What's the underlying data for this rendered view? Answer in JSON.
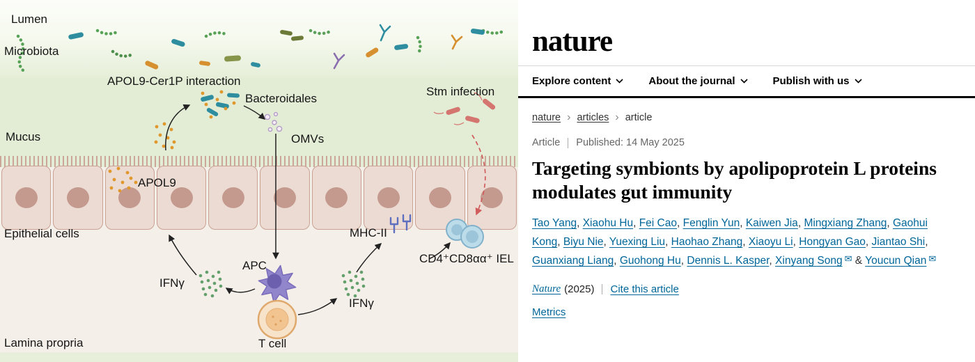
{
  "figure": {
    "labels": {
      "lumen": "Lumen",
      "microbiota": "Microbiota",
      "apol9_cer1p": "APOL9-Cer1P interaction",
      "bacteroidales": "Bacteroidales",
      "mucus": "Mucus",
      "omvs": "OMVs",
      "stm_infection": "Stm infection",
      "apol9": "APOL9",
      "epithelial_cells": "Epithelial cells",
      "mhc2": "MHC-II",
      "iel": "CD4⁺CD8αα⁺ IEL",
      "apc": "APC",
      "ifng_left": "IFNγ",
      "ifng_right": "IFNγ",
      "t_cell": "T cell",
      "lamina_propria": "Lamina propria"
    }
  },
  "journal": {
    "logo": "nature",
    "nav": [
      {
        "label": "Explore content"
      },
      {
        "label": "About the journal"
      },
      {
        "label": "Publish with us"
      }
    ],
    "breadcrumb": [
      {
        "label": "nature"
      },
      {
        "label": "articles"
      },
      {
        "label": "article"
      }
    ],
    "article": {
      "type": "Article",
      "published_label": "Published:",
      "published_date": "14 May 2025",
      "title": "Targeting symbionts by apolipoprotein L proteins modulates gut immunity",
      "authors": [
        {
          "name": "Tao Yang"
        },
        {
          "name": "Xiaohu Hu"
        },
        {
          "name": "Fei Cao"
        },
        {
          "name": "Fenglin Yun"
        },
        {
          "name": "Kaiwen Jia"
        },
        {
          "name": "Mingxiang Zhang"
        },
        {
          "name": "Gaohui Kong"
        },
        {
          "name": "Biyu Nie"
        },
        {
          "name": "Yuexing Liu"
        },
        {
          "name": "Haohao Zhang"
        },
        {
          "name": "Xiaoyu Li"
        },
        {
          "name": "Hongyan Gao"
        },
        {
          "name": "Jiantao Shi"
        },
        {
          "name": "Guanxiang Liang"
        },
        {
          "name": "Guohong Hu"
        },
        {
          "name": "Dennis L. Kasper"
        },
        {
          "name": "Xinyang Song",
          "email": true
        },
        {
          "name": "Youcun Qian",
          "email": true
        }
      ],
      "journal_name": "Nature",
      "year": "(2025)",
      "cite_link": "Cite this article",
      "metrics_link": "Metrics"
    },
    "colors": {
      "link_blue": "#006699",
      "rule_black": "#000000"
    }
  }
}
